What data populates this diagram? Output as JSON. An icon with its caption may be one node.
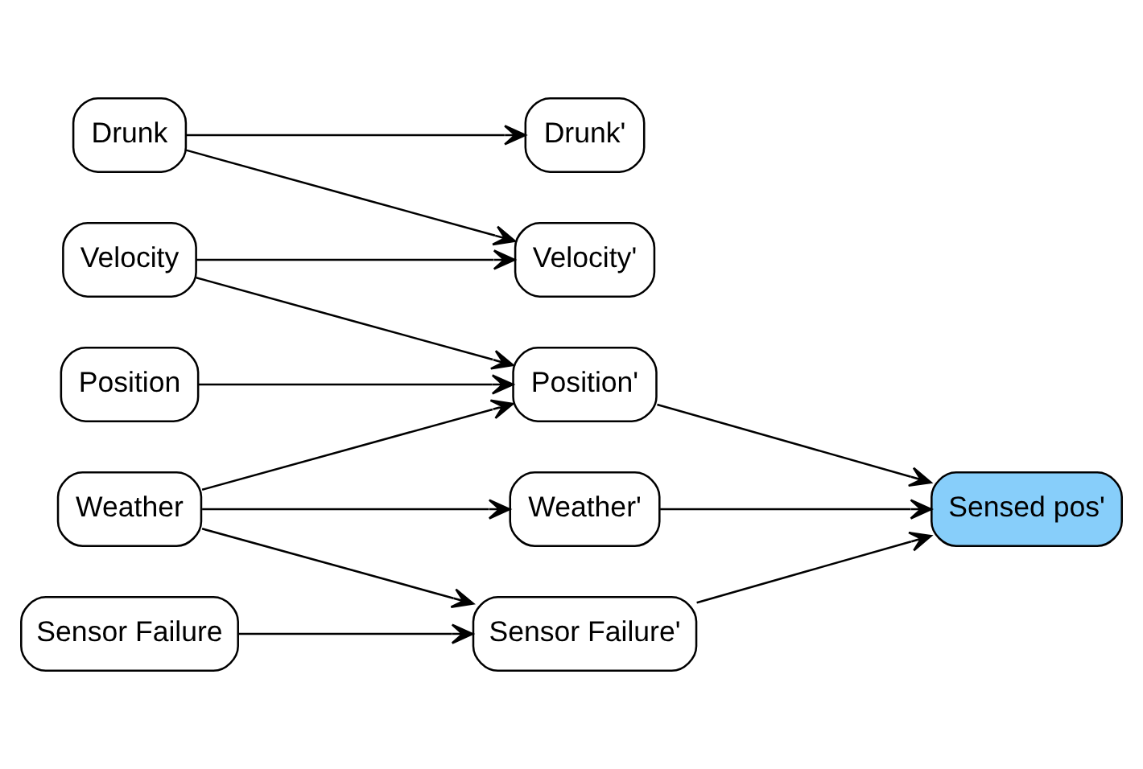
{
  "diagram": {
    "nodes": [
      {
        "text": [
          "Drunk"
        ]
      },
      {
        "text": [
          "Velocity"
        ]
      },
      {
        "text": [
          "Position"
        ]
      },
      {
        "text": [
          "Weather"
        ]
      },
      {
        "text": [
          "Sensor Failure"
        ]
      },
      {
        "text": [
          "Drunk'"
        ]
      },
      {
        "text": [
          "Velocity'"
        ]
      },
      {
        "text": [
          "Position'"
        ]
      },
      {
        "text": [
          "Weather'"
        ]
      },
      {
        "text": [
          "Sensor Failure'"
        ]
      },
      {
        "text": [
          "Sensed pos'"
        ]
      }
    ],
    "edges": [
      {
        "from": 0,
        "to": 5,
        "arrow": "to"
      },
      {
        "from": 0,
        "to": 6,
        "arrow": "to"
      },
      {
        "from": 1,
        "to": 6,
        "arrow": "to"
      },
      {
        "from": 1,
        "to": 7,
        "arrow": "to"
      },
      {
        "from": 2,
        "to": 7,
        "arrow": "to"
      },
      {
        "from": 3,
        "to": 7,
        "arrow": "to"
      },
      {
        "from": 3,
        "to": 8,
        "arrow": "to"
      },
      {
        "from": 3,
        "to": 9,
        "arrow": "to"
      },
      {
        "from": 4,
        "to": 9,
        "arrow": "to"
      },
      {
        "from": 7,
        "to": 10,
        "arrow": "to"
      },
      {
        "from": 8,
        "to": 10,
        "arrow": "to"
      },
      {
        "from": 9,
        "to": 10,
        "arrow": "to"
      }
    ]
  }
}
